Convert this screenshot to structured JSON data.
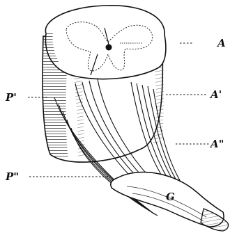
{
  "labels": {
    "a": "A",
    "a1": "A'",
    "a2": "A\"",
    "p1": "P'",
    "p2": "P\"",
    "g": "G"
  }
}
